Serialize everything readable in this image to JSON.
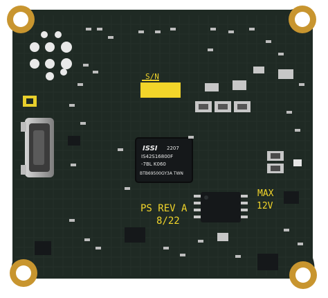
{
  "board": {
    "sn_label": "S/N",
    "revision": "PS REV A",
    "date": "8/22",
    "voltage": "MAX",
    "voltage_value": "12V"
  },
  "main_chip": {
    "brand": "ISSI",
    "line1": "2207",
    "line2": "IS42S16800F",
    "line3": "-7BL   K060",
    "line4": "BTB69500GY3A   TWN"
  },
  "colors": {
    "pcb": "#1f2a24",
    "silkscreen": "#f2d52a",
    "gold": "#d9a63a",
    "chip": "#15181a"
  }
}
